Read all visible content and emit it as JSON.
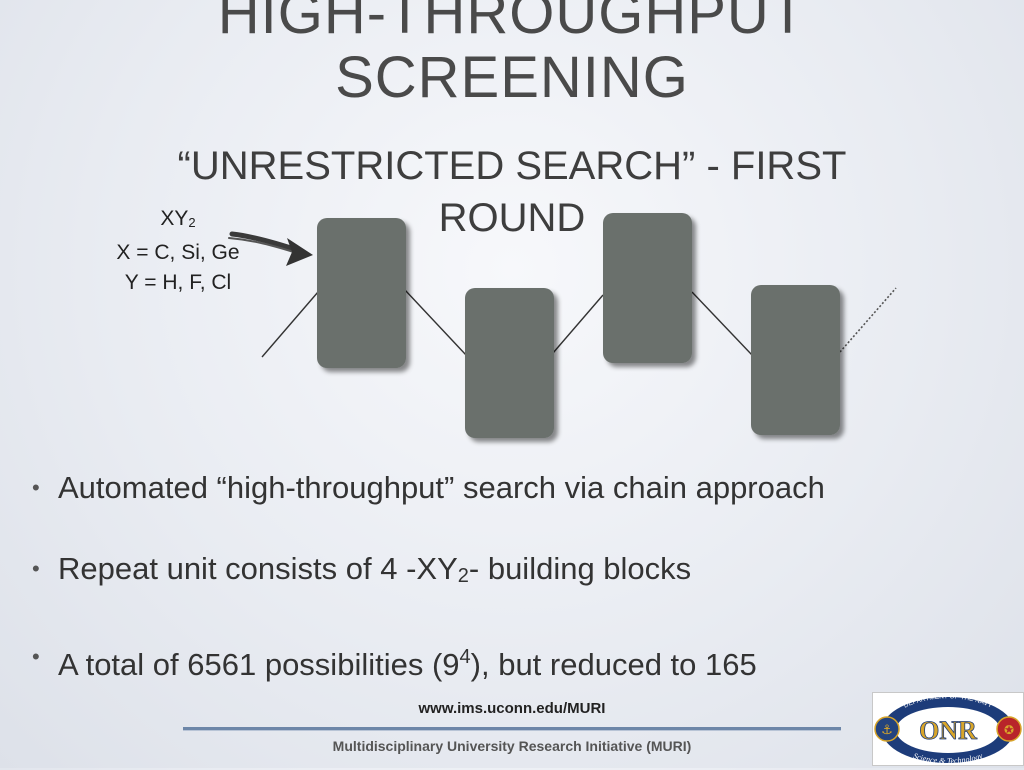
{
  "slide": {
    "title_line1": "HIGH-THROUGHPUT",
    "title_line2": "SCREENING",
    "subtitle_line1": "“UNRESTRICTED SEARCH” - FIRST",
    "subtitle_line2": "ROUND"
  },
  "unit_label": {
    "formula_base": "XY",
    "formula_sub": "2",
    "x_line": "X = C, Si, Ge",
    "y_line": "Y = H, F, Cl"
  },
  "bullets": [
    {
      "text": "Automated “high-throughput” search via chain approach"
    },
    {
      "pre": "Repeat unit consists of 4 -XY",
      "sub": "2",
      "post": "- building blocks"
    },
    {
      "pre": "A total of 6561 possibilities (9",
      "sup": "4",
      "post": "), but reduced to 165"
    }
  ],
  "footer": {
    "url": "www.ims.uconn.edu/MURI",
    "org": "Multidisciplinary University Research Initiative (MURI)"
  },
  "logo": {
    "arc_top": "DEPARTMENT OF THE NAVY",
    "mark": "ONR",
    "arc_bottom": "Science & Technology"
  },
  "colors": {
    "block_fill": "#6a706c",
    "rule": "#6d86a8",
    "logo_navy": "#1d3c7a",
    "logo_gold": "#d8a52a",
    "logo_red": "#b8242a"
  }
}
